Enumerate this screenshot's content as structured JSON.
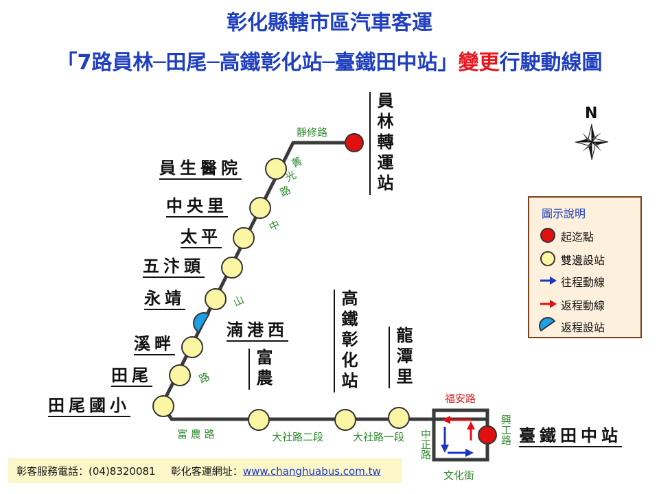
{
  "title": {
    "line1": "彰化縣轄市區汽車客運",
    "line2_pre": "「7路員林─田尾─高鐵彰化站─臺鐵田中站」",
    "line2_highlight": "變更",
    "line2_post": "行駛動線圖"
  },
  "stops": {
    "yuanlin_station": "員林轉運站",
    "yuansheng_hospital": "員生醫院",
    "zhongyang_li": "中央里",
    "taiping": "太平",
    "wumutou": "五汴頭",
    "yongjing": "永靖",
    "xipan": "溪畔",
    "tianwei": "田尾",
    "tianwei_elementary": "田尾國小",
    "liugang_west": "湳港西",
    "funong": "富農",
    "hsr_changhua": "高鐵彰化站",
    "longtan_li": "龍潭里",
    "tianzhong_station": "臺鐵田中站"
  },
  "roads": {
    "jingxiu": "靜修路",
    "zhongshan": "中山路",
    "funong_road": "富 農 路",
    "dashe_2": "大社路二段",
    "dashe_1": "大社路一段",
    "fuan": "福安路",
    "zhongzheng": "中正路",
    "xinggong": "興工路",
    "wenhua": "文化街"
  },
  "road_label_chars": {
    "yingguang_1": "菁",
    "yingguang_2": "光",
    "yingguang_3": "路",
    "zhong": "中",
    "shan": "山",
    "lu": "路"
  },
  "legend": {
    "title": "圖示說明",
    "items": [
      {
        "label": "起迄點",
        "symbol": "red-dot-icon"
      },
      {
        "label": "雙邊設站",
        "symbol": "yellow-dot-icon"
      },
      {
        "label": "往程動線",
        "symbol": "blue-arrow-icon"
      },
      {
        "label": "返程動線",
        "symbol": "red-arrow-icon"
      },
      {
        "label": "返程設站",
        "symbol": "blue-half-dot-icon"
      }
    ]
  },
  "compass": {
    "label": "N"
  },
  "footer": {
    "phone_label": "彰客服務電話：(04)8320081",
    "site_label": "彰化客運網址：",
    "site_url": "www.changhuabus.com.tw"
  },
  "colors": {
    "title_blue": "#1f3fbf",
    "highlight_red": "#e8141c",
    "stop_yellow": "#fbf6a3",
    "terminal_red": "#e01010",
    "return_blue": "#1ea0e8",
    "road_green": "#2e8b2e",
    "route_line": "#3a3a3a"
  }
}
